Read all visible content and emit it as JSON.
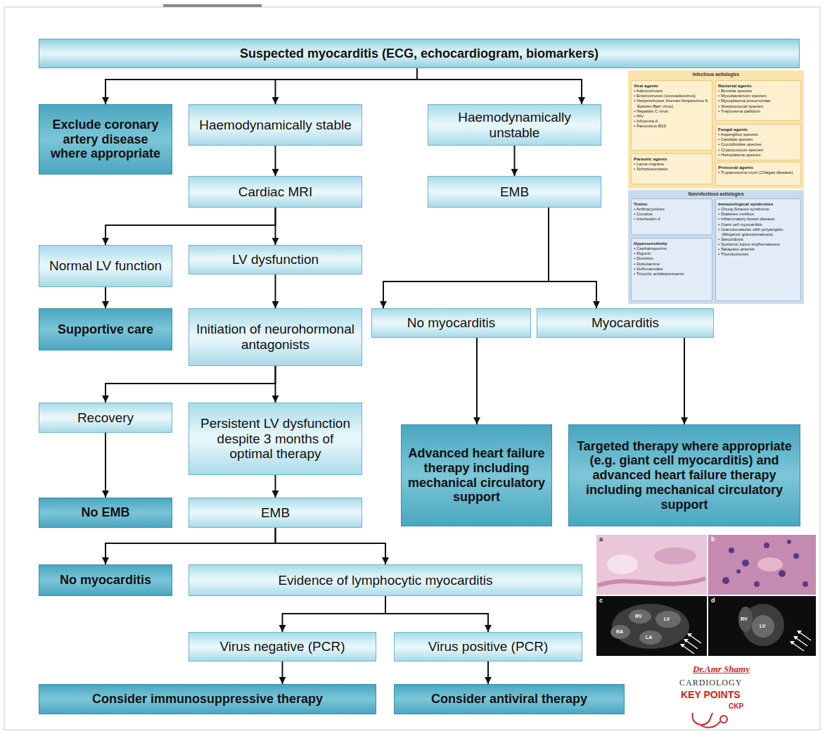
{
  "diagram": {
    "nodes": [
      {
        "text": [
          "Suspected myocarditis (ECG, echocardiogram, biomarkers)"
        ]
      },
      {
        "text": [
          "Exclude coronary artery disease where appropriate"
        ]
      },
      {
        "text": [
          "Haemodynamically stable"
        ]
      },
      {
        "text": [
          "Haemodynamically unstable"
        ]
      },
      {
        "text": [
          "Cardiac MRI"
        ]
      },
      {
        "text": [
          "EMB"
        ]
      },
      {
        "text": [
          "Normal LV function"
        ]
      },
      {
        "text": [
          "LV dysfunction"
        ]
      },
      {
        "text": [
          "Supportive care"
        ]
      },
      {
        "text": [
          "Initiation of neurohormonal antagonists"
        ]
      },
      {
        "text": [
          "No myocarditis"
        ]
      },
      {
        "text": [
          "Myocarditis"
        ]
      },
      {
        "text": [
          "Recovery"
        ]
      },
      {
        "text": [
          "Persistent LV dysfunction despite 3 months of optimal therapy"
        ]
      },
      {
        "text": [
          "Advanced heart failure therapy including mechanical circulatory support"
        ]
      },
      {
        "text": [
          "Targeted therapy where appropriate (e.g. giant cell myocarditis) and advanced heart failure therapy including mechanical circulatory support"
        ]
      },
      {
        "text": [
          "No EMB"
        ]
      },
      {
        "text": [
          "EMB"
        ]
      },
      {
        "text": [
          "No myocarditis"
        ]
      },
      {
        "text": [
          "Evidence of lymphocytic myocarditis"
        ]
      },
      {
        "text": [
          "Virus negative (PCR)"
        ]
      },
      {
        "text": [
          "Virus positive (PCR)"
        ]
      },
      {
        "text": [
          "Consider immunosuppressive therapy"
        ]
      },
      {
        "text": [
          "Consider antiviral therapy"
        ]
      },
      {
        "text": [
          "Infectious aetiologies"
        ]
      },
      {
        "text": [
          "Viral agents",
          "• Adenoviruses",
          "• Enteroviruses (coxsackievirus)",
          "• Herpesviruses (human herpesvirus 6, Epstein-Barr virus)",
          "• Hepatitis C virus",
          "• HIV",
          "• Influenza A",
          "• Parvovirus B19"
        ],
        "in": 24
      },
      {
        "text": [
          "Bacterial agents",
          "• Borrelia species",
          "• Mycobacterium species",
          "• Mycoplasma pneumoniae",
          "• Streptococcal species",
          "• Treponema pallidum"
        ],
        "in": 24
      },
      {
        "text": [
          "Fungal agents",
          "• Aspergillus species",
          "• Candida species",
          "• Coccidioides species",
          "• Cryptococcus species",
          "• Histoplasma species"
        ],
        "in": 24
      },
      {
        "text": [
          "Parasitic agents",
          "• Larva migrans",
          "• Schistosomiasis"
        ],
        "in": 24
      },
      {
        "text": [
          "Protozoal agents",
          "• Trypanosoma cruzi (Chagas disease)"
        ],
        "in": 24
      },
      {
        "text": [
          "Noninfectious aetiologies"
        ]
      },
      {
        "text": [
          "Toxins",
          "• Anthracyclines",
          "• Cocaine",
          "• Interleukin-2"
        ],
        "in": 30
      },
      {
        "text": [
          "Immunological syndromes",
          "• Churg-Strauss syndrome",
          "• Diabetes mellitus",
          "• Inflammatory bowel disease",
          "• Giant cell myocarditis",
          "• Granulomatosis with polyangiitis (Wegener granulomatosis)",
          "• Sarcoidosis",
          "• Systemic lupus erythematosus",
          "• Takayasu arteritis",
          "• Thyrotoxicosis"
        ],
        "in": 30
      },
      {
        "text": [
          "Hypersensitivity",
          "• Cephalosporins",
          "• Digoxin",
          "• Diuretics",
          "• Dobutamine",
          "• Sulfonamides",
          "• Tricyclic antidepressants"
        ],
        "in": 30
      }
    ],
    "edges": [
      {
        "from": 0,
        "to": 1,
        "arrow": "to"
      },
      {
        "from": 0,
        "to": 2,
        "arrow": "to"
      },
      {
        "from": 0,
        "to": 3,
        "arrow": "to"
      },
      {
        "from": 2,
        "to": 4,
        "arrow": "to"
      },
      {
        "from": 3,
        "to": 5,
        "arrow": "to"
      },
      {
        "from": 4,
        "to": 6,
        "arrow": "to"
      },
      {
        "from": 4,
        "to": 7,
        "arrow": "to"
      },
      {
        "from": 6,
        "to": 8,
        "arrow": "to"
      },
      {
        "from": 7,
        "to": 9,
        "arrow": "to"
      },
      {
        "from": 9,
        "to": 12,
        "arrow": "to"
      },
      {
        "from": 9,
        "to": 13,
        "arrow": "to"
      },
      {
        "from": 12,
        "to": 16,
        "arrow": "to"
      },
      {
        "from": 13,
        "to": 17,
        "arrow": "to"
      },
      {
        "from": 17,
        "to": 18,
        "arrow": "to"
      },
      {
        "from": 17,
        "to": 19,
        "arrow": "to"
      },
      {
        "from": 19,
        "to": 20,
        "arrow": "to"
      },
      {
        "from": 19,
        "to": 21,
        "arrow": "to"
      },
      {
        "from": 20,
        "to": 22,
        "arrow": "to"
      },
      {
        "from": 21,
        "to": 23,
        "arrow": "to"
      },
      {
        "from": 5,
        "to": 10,
        "arrow": "to"
      },
      {
        "from": 5,
        "to": 11,
        "arrow": "to"
      },
      {
        "from": 10,
        "to": 14,
        "arrow": "to"
      },
      {
        "from": 11,
        "to": 15,
        "arrow": "to"
      }
    ],
    "labels": [
      "a",
      "b",
      "c",
      "d",
      "RV",
      "LV",
      "RA",
      "LA",
      "RV",
      "LV",
      "Dr.Amr Shamy",
      "CARDIOLOGY",
      "KEY POINTS",
      "CKP"
    ]
  }
}
